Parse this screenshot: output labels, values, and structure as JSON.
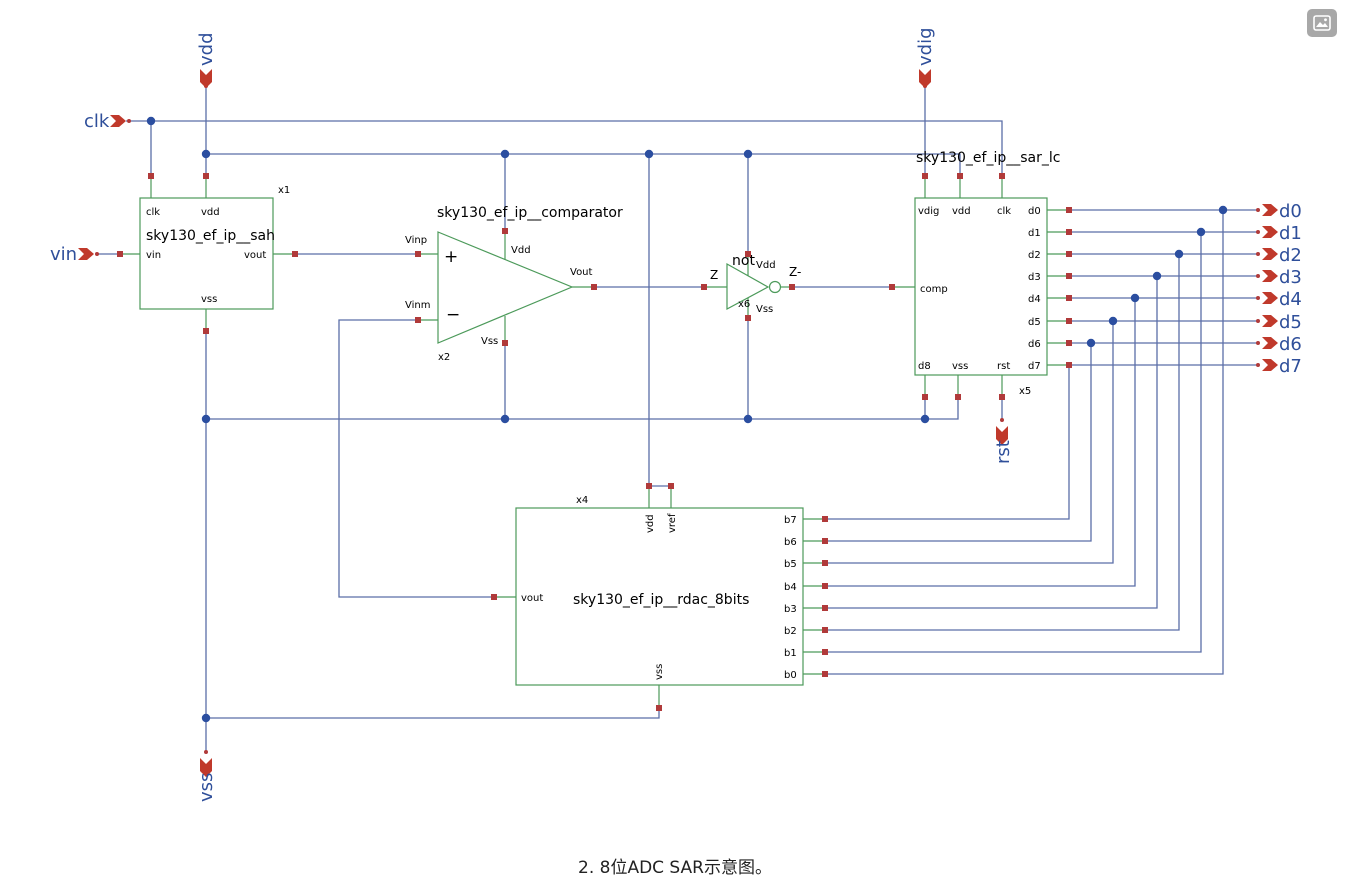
{
  "colors": {
    "wire": "#5b6ea8",
    "dot": "#2b4ea0",
    "pin": "#b03a3a",
    "box": "#4c9a5a",
    "label": "#2f4f9a",
    "arrow": "#c0392b"
  },
  "ports": {
    "vdd": "vdd",
    "vdig": "vdig",
    "clk": "clk",
    "vin": "vin",
    "vss": "vss",
    "rst": "rst",
    "d0": "d0",
    "d1": "d1",
    "d2": "d2",
    "d3": "d3",
    "d4": "d4",
    "d5": "d5",
    "d6": "d6",
    "d7": "d7"
  },
  "sah": {
    "title": "sky130_ef_ip__sah",
    "inst": "x1",
    "pin_clk": "clk",
    "pin_vdd": "vdd",
    "pin_vin": "vin",
    "pin_vout": "vout",
    "pin_vss": "vss"
  },
  "comparator": {
    "title": "sky130_ef_ip__comparator",
    "inst": "x2",
    "pin_vinp": "Vinp",
    "pin_vinm": "Vinm",
    "pin_vdd": "Vdd",
    "pin_vss": "Vss",
    "pin_vout": "Vout",
    "plus": "+",
    "minus": "−"
  },
  "inverter": {
    "title": "not",
    "inst": "x6",
    "pin_vdd": "Vdd",
    "pin_vss": "Vss",
    "pin_in": "Z",
    "pin_out": "Z-"
  },
  "sar": {
    "title": "sky130_ef_ip__sar_lc",
    "inst": "x5",
    "pin_vdig": "vdig",
    "pin_vdd": "vdd",
    "pin_clk": "clk",
    "pin_comp": "comp",
    "pin_d8": "d8",
    "pin_vss": "vss",
    "pin_rst": "rst",
    "outs": [
      "d0",
      "d1",
      "d2",
      "d3",
      "d4",
      "d5",
      "d6",
      "d7"
    ]
  },
  "rdac": {
    "title": "sky130_ef_ip__rdac_8bits",
    "inst": "x4",
    "pin_vdd": "vdd",
    "pin_vref": "vref",
    "pin_vout": "vout",
    "pin_vss": "vss",
    "bits": [
      "b7",
      "b6",
      "b5",
      "b4",
      "b3",
      "b2",
      "b1",
      "b0"
    ]
  },
  "caption": "2. 8位ADC SAR示意图。",
  "toolbar": {
    "image_icon": "image-icon"
  }
}
